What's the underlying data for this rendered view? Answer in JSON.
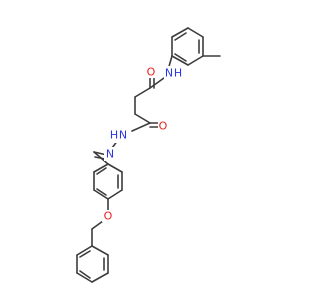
{
  "molecule": {
    "atom_labels": {
      "oxygen": "O",
      "nitrogen": "N",
      "amide_nh": "N",
      "hydrazide_nh": "N",
      "hydrogen": "H"
    },
    "colors": {
      "bond": "#3c3c3c",
      "oxygen": "#e8201d",
      "nitrogen": "#2a36e0",
      "background": "#ffffff"
    }
  }
}
